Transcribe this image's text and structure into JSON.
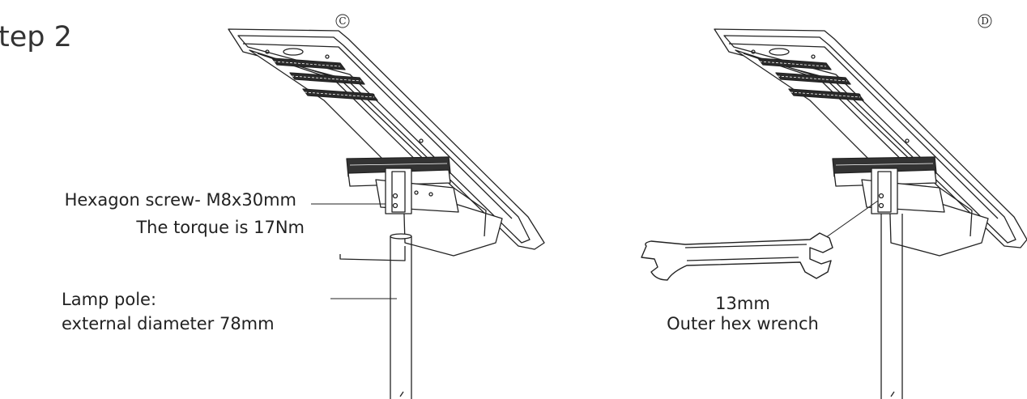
{
  "title": "tep 2",
  "panel_c": {
    "marker": "C",
    "screw_label_line1": "Hexagon screw- M8x30mm",
    "screw_label_line2": "The torque is 17Nm",
    "pole_label_line1": "Lamp pole:",
    "pole_label_line2": "external diameter 78mm"
  },
  "panel_d": {
    "marker": "D",
    "wrench_size": "13mm",
    "wrench_name": "Outer hex wrench"
  },
  "colors": {
    "ink": "#222222",
    "panel": "#ffffff",
    "led": "#2a2a2a"
  }
}
